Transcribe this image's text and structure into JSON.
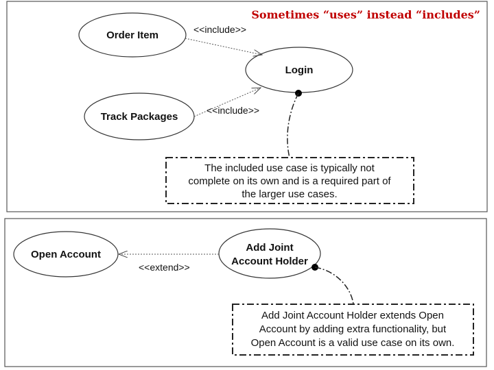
{
  "header": {
    "caption": "Sometimes “uses” instead “includes”",
    "caption_color": "#c00000"
  },
  "include_panel": {
    "use_cases": {
      "order_item": "Order Item",
      "login": "Login",
      "track_packages": "Track Packages"
    },
    "relations": {
      "include_top": "<<include>>",
      "include_bottom": "<<include>>"
    },
    "note_lines": [
      "The included use case is typically not",
      "complete on its own and is a required part of",
      "the larger use cases."
    ]
  },
  "extend_panel": {
    "use_cases": {
      "open_account": "Open Account",
      "add_joint_line1": "Add Joint",
      "add_joint_line2": "Account Holder"
    },
    "relations": {
      "extend": "<<extend>>"
    },
    "note_lines": [
      "Add Joint Account Holder extends Open",
      "Account by adding extra functionality, but",
      "Open Account is a valid use case on its own."
    ]
  }
}
